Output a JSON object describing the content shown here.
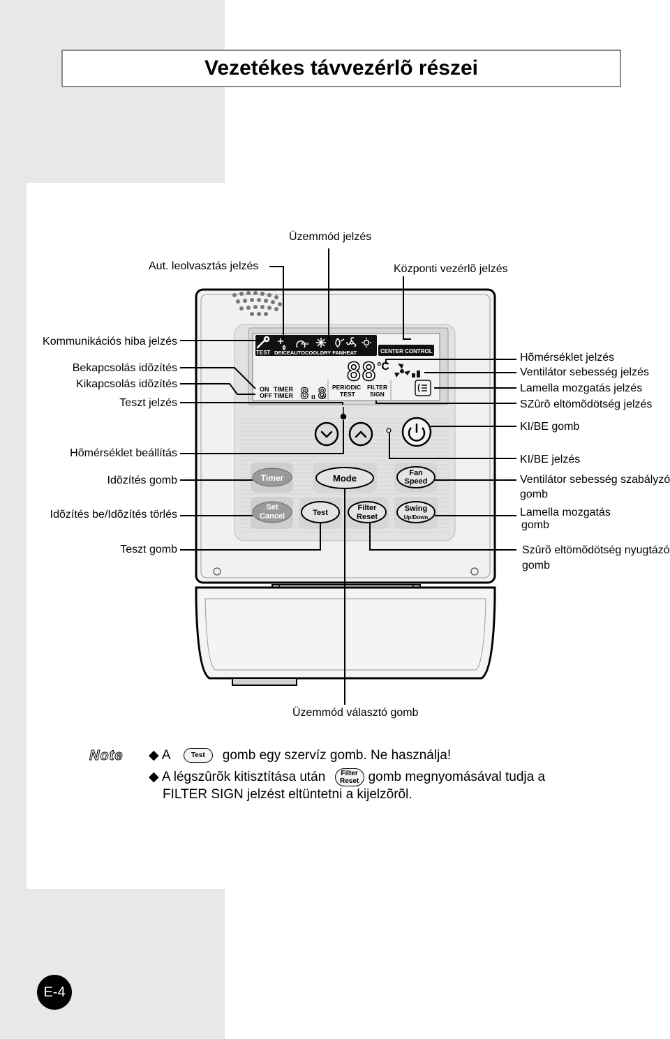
{
  "title": "Vezetékes távvezérlõ részei",
  "labels": {
    "mode_indicator": "Üzemmód jelzés",
    "auto_defrost": "Aut. leolvasztás jelzés",
    "central_control": "Központi vezérlõ jelzés",
    "comm_error": "Kommunikációs hiba jelzés",
    "on_timer": "Bekapcsolás idõzítés",
    "off_timer": "Kikapcsolás idõzítés",
    "test_indicator": "Teszt jelzés",
    "temp_setting": "Hõmérséklet beállítás",
    "timer_button": "Idõzítés gomb",
    "timer_set_cancel": "Idõzítés be/Idõzítés törlés",
    "test_button": "Teszt gomb",
    "temp_display": "Hõmérséklet jelzés",
    "fan_speed_display": "Ventilátor sebesség jelzés",
    "louver_display": "Lamella mozgatás jelzés",
    "filter_display": "SZûrõ eltömõdötség jelzés",
    "power_button": "KI/BE gomb",
    "power_indicator": "KI/BE jelzés",
    "fan_speed_button_1": "Ventilátor sebesség szabályzó",
    "fan_speed_button_2": "gomb",
    "louver_button_1": "Lamella mozgatás",
    "louver_button_2": "gomb",
    "filter_reset_button_1": "Szûrõ eltömõdötség nyugtázó",
    "filter_reset_button_2": "gomb",
    "mode_select_button": "Üzemmód választó gomb"
  },
  "display": {
    "test": "TEST",
    "modes": "DEICEAUTOCOOLDRY FANHEAT",
    "auto_small": "Auto",
    "center_control": "CENTER CONTROL",
    "temp_digits": "88",
    "celsius": "°C",
    "on": "ON",
    "off": "OFF",
    "timer": "TIMER",
    "timer_digits": "8.8",
    "hr": "Hr.",
    "periodic": "PERIODIC",
    "test2": "TEST",
    "filter": "FILTER",
    "sign": "SIGN"
  },
  "buttons": {
    "timer": "Timer",
    "set": "Set",
    "cancel": "Cancel",
    "mode": "Mode",
    "test": "Test",
    "filter": "Filter",
    "reset": "Reset",
    "fan": "Fan",
    "speed": "Speed",
    "swing": "Swing",
    "updown": "Up/Down"
  },
  "note": {
    "word": "Note",
    "line1_pre": "A",
    "line1_btn": "Test",
    "line1_post": "gomb egy szervíz gomb. Ne használja!",
    "line2_pre": "A légszûrõk kitisztítása után",
    "line2_btn1": "Filter",
    "line2_btn2": "Reset",
    "line2_post": "gomb megnyomásával tudja a",
    "line3": "FILTER SIGN jelzést eltüntetni a kijelzõrõl."
  },
  "page_number": "E-4"
}
